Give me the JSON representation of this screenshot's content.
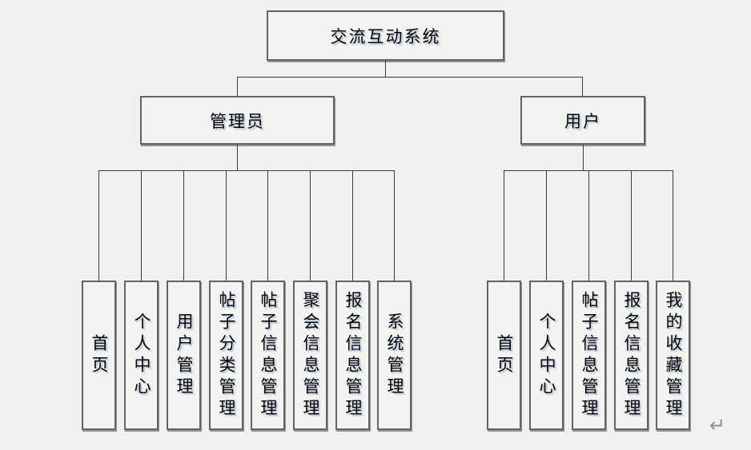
{
  "diagram": {
    "root": {
      "label": "交流互动系统"
    },
    "branches": [
      {
        "label": "管理员",
        "children": [
          "首页",
          "个人中心",
          "用户管理",
          "帖子分类管理",
          "帖子信息管理",
          "聚会信息管理",
          "报名信息管理",
          "系统管理"
        ]
      },
      {
        "label": "用户",
        "children": [
          "首页",
          "个人中心",
          "帖子信息管理",
          "报名信息管理",
          "我的收藏管理"
        ]
      }
    ],
    "return_mark": "↵"
  },
  "colors": {
    "background": "#f0f0ee",
    "box_fill": "#f3f3f1",
    "box_border": "#646464",
    "connector_line": "#3a3a3a",
    "text": "#000000",
    "return_mark": "#8e8e8e"
  }
}
